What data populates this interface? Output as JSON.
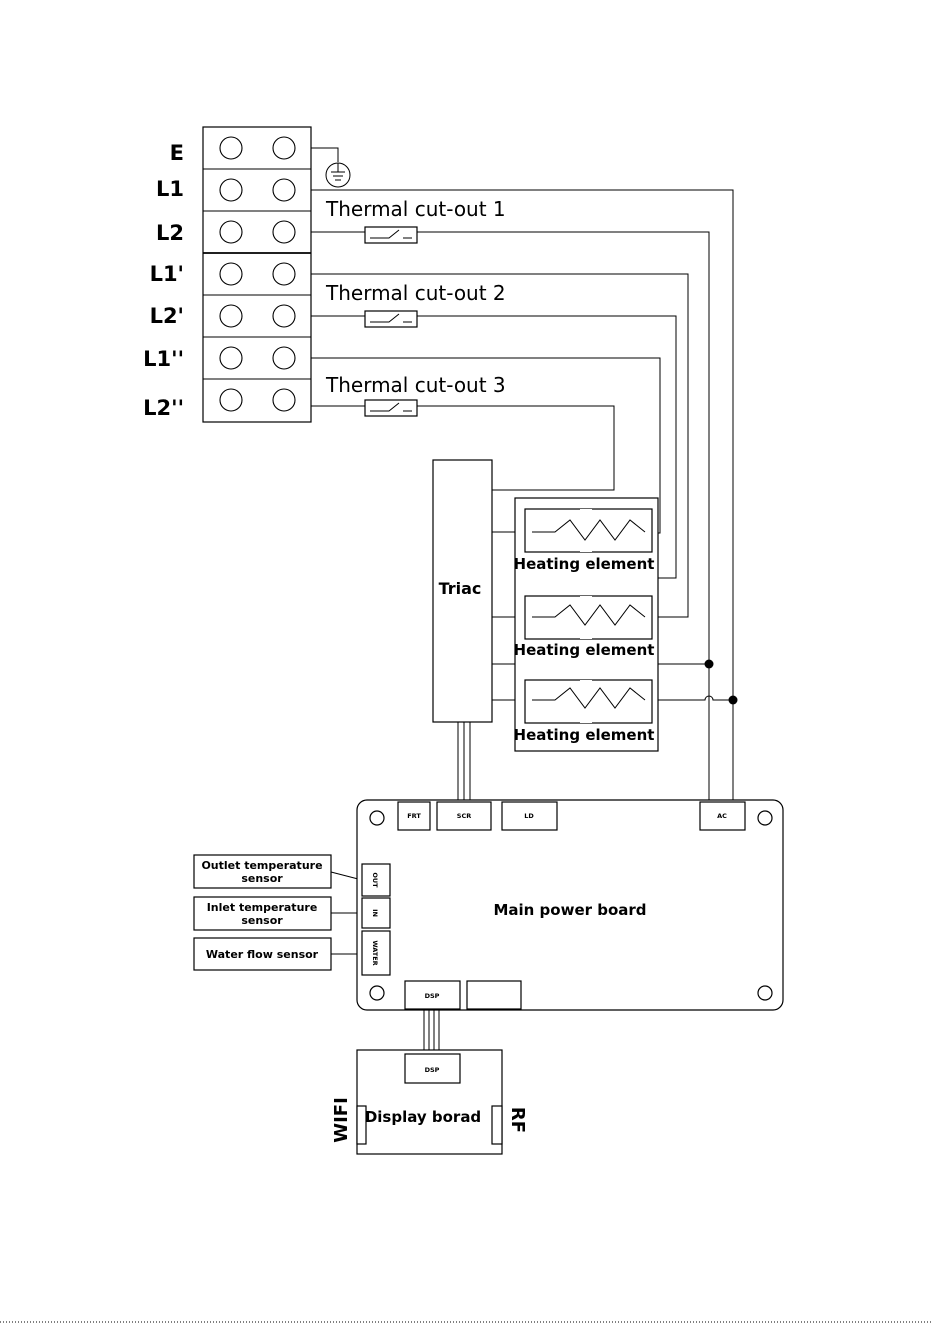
{
  "terminals": [
    "E",
    "L1",
    "L2",
    "L1'",
    "L2'",
    "L1''",
    "L2''"
  ],
  "thermal_cutouts": [
    "Thermal  cut-out 1",
    "Thermal  cut-out 2",
    "Thermal  cut-out 3"
  ],
  "triac": "Triac",
  "heating_elements": [
    "Heating  element",
    "Heating  element",
    "Heating  element"
  ],
  "main_board": {
    "title": "Main power board",
    "connectors": {
      "frt": "FRT",
      "scr": "SCR",
      "ld": "LD",
      "ac": "AC",
      "dsp": "DSP"
    },
    "sensor_ports": [
      "OUT",
      "IN",
      "WATER"
    ]
  },
  "sensors": [
    {
      "line1": "Outlet temperature",
      "line2": "sensor"
    },
    {
      "line1": "Inlet temperature",
      "line2": "sensor"
    },
    {
      "line1": "Water flow sensor",
      "line2": ""
    }
  ],
  "display_board": {
    "title": "Display borad",
    "dsp": "DSP",
    "left": "WIFI",
    "right": "RF"
  }
}
